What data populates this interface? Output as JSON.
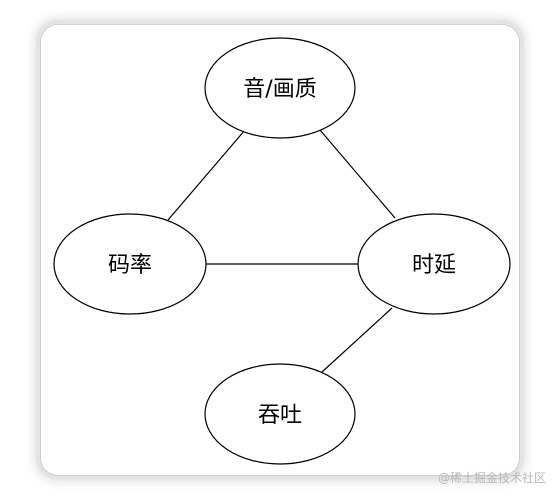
{
  "diagram": {
    "nodes": [
      {
        "id": "quality",
        "label": "音/画质"
      },
      {
        "id": "bitrate",
        "label": "码率"
      },
      {
        "id": "latency",
        "label": "时延"
      },
      {
        "id": "throughput",
        "label": "吞吐"
      }
    ],
    "edges": [
      {
        "from": "quality",
        "to": "bitrate"
      },
      {
        "from": "quality",
        "to": "latency"
      },
      {
        "from": "bitrate",
        "to": "latency"
      },
      {
        "from": "latency",
        "to": "throughput"
      }
    ],
    "colors": {
      "stroke": "#000000",
      "fill": "#ffffff"
    }
  },
  "watermark": "@稀土掘金技术社区"
}
